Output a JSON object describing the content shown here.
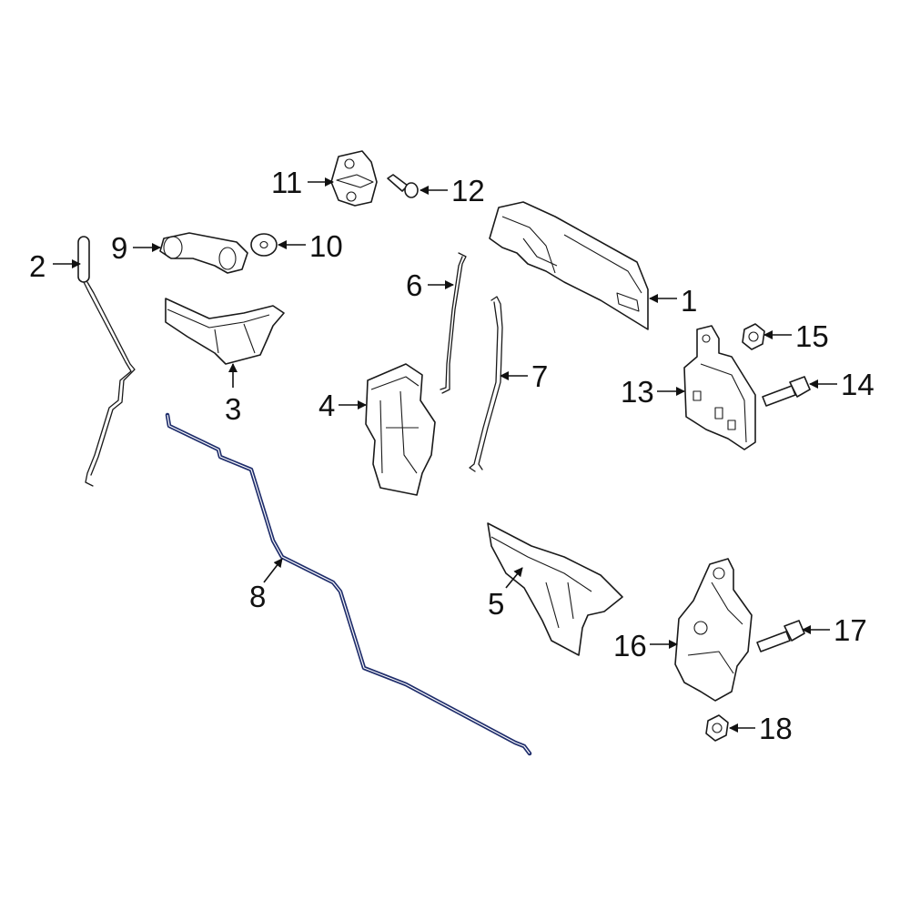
{
  "highlight_color": "#1f2d6b",
  "line_color": "#1a1a1a",
  "callouts": [
    {
      "id": "1",
      "label": "1"
    },
    {
      "id": "2",
      "label": "2"
    },
    {
      "id": "3",
      "label": "3"
    },
    {
      "id": "4",
      "label": "4"
    },
    {
      "id": "5",
      "label": "5"
    },
    {
      "id": "6",
      "label": "6"
    },
    {
      "id": "7",
      "label": "7"
    },
    {
      "id": "8",
      "label": "8"
    },
    {
      "id": "9",
      "label": "9"
    },
    {
      "id": "10",
      "label": "10"
    },
    {
      "id": "11",
      "label": "11"
    },
    {
      "id": "12",
      "label": "12"
    },
    {
      "id": "13",
      "label": "13"
    },
    {
      "id": "14",
      "label": "14"
    },
    {
      "id": "15",
      "label": "15"
    },
    {
      "id": "16",
      "label": "16"
    },
    {
      "id": "17",
      "label": "17"
    },
    {
      "id": "18",
      "label": "18"
    }
  ],
  "highlighted_part": "8"
}
